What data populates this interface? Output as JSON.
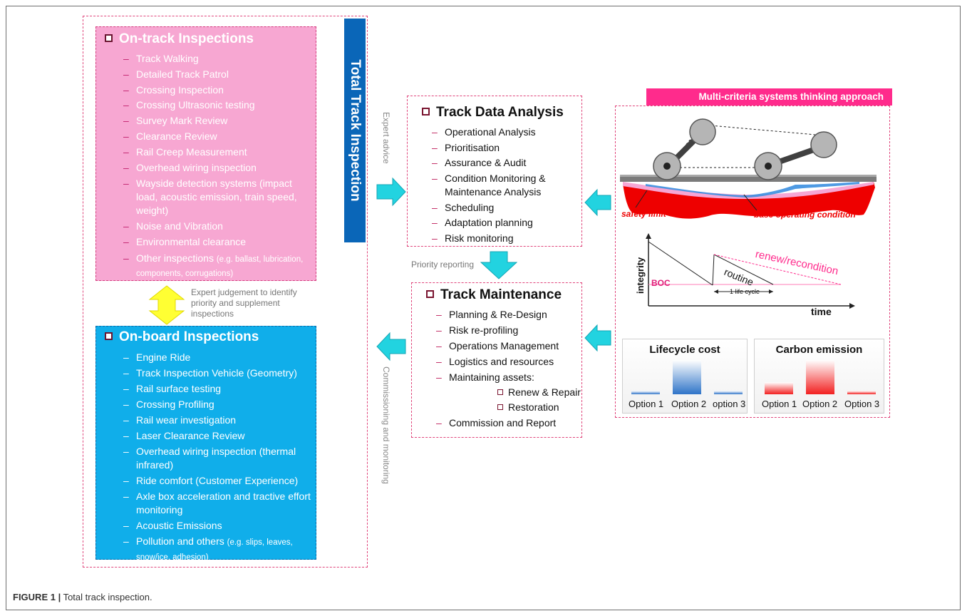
{
  "total_track_inspection": "Total Track Inspection",
  "on_track": {
    "title": "On-track Inspections",
    "items": {
      "track_walking": "Track Walking",
      "detailed_patrol": "Detailed Track Patrol",
      "crossing_inspection": "Crossing Inspection",
      "crossing_ultrasonic": "Crossing Ultrasonic testing",
      "survey_mark": "Survey Mark Review",
      "clearance_review": "Clearance Review",
      "rail_creep": "Rail Creep Measurement",
      "overhead_wiring": "Overhead wiring inspection",
      "wayside": "Wayside detection systems (impact load, acoustic emission, train speed, weight)",
      "noise": "Noise and Vibration",
      "environmental": "Environmental clearance",
      "other_main": "Other inspections ",
      "other_note": "(e.g. ballast, lubrication,  components, corrugations)"
    }
  },
  "expert_judgement": "Expert judgement  to identify priority and supplement inspections",
  "on_board": {
    "title": "On-board Inspections",
    "items": {
      "engine_ride": "Engine Ride",
      "tiv": "Track Inspection Vehicle (Geometry)",
      "rail_surface": "Rail surface testing",
      "crossing_profiling": "Crossing Profiling",
      "rail_wear": "Rail wear investigation",
      "laser_clearance": "Laser Clearance Review",
      "overhead_thermal": "Overhead wiring inspection (thermal infrared)",
      "ride_comfort": "Ride comfort (Customer Experience)",
      "axle_box": "Axle box acceleration and tractive effort monitoring",
      "acoustic": "Acoustic Emissions",
      "pollution_main": "Pollution and others ",
      "pollution_note": "(e.g. slips, leaves, snow/ice, adhesion)"
    }
  },
  "expert_advice": "Expert advice",
  "commissioning": "Commissioning and monitoring",
  "priority_reporting": "Priority reporting",
  "analysis": {
    "title": "Track Data Analysis",
    "items": {
      "operational": "Operational Analysis",
      "prioritisation": "Prioritisation",
      "assurance": "Assurance & Audit",
      "condition": "Condition Monitoring & Maintenance Analysis",
      "scheduling": "Scheduling",
      "adaptation": "Adaptation planning",
      "risk": "Risk monitoring"
    }
  },
  "maintenance": {
    "title": "Track Maintenance",
    "items": {
      "planning": "Planning & Re-Design",
      "risk": "Risk re-profiling",
      "operations": "Operations Management",
      "logistics": "Logistics and resources",
      "maintaining": "Maintaining assets:",
      "renew": "Renew & Repair",
      "restoration": "Restoration",
      "commission": "Commission and Report"
    }
  },
  "multi_criteria": {
    "title": "Multi-criteria systems thinking approach",
    "safety_limit": "safety limit",
    "base_operating": "base operating condition",
    "integrity": "integrity",
    "boc": "BOC",
    "routine": "routine",
    "renew": "renew/recondition",
    "life_cycle": "1 life cycle",
    "time": "time"
  },
  "chart_data": [
    {
      "type": "bar",
      "title": "Lifecycle cost",
      "categories": [
        "Option 1",
        "Option 2",
        "option 3"
      ],
      "values": [
        1,
        10,
        1
      ],
      "color": "#2f74c8"
    },
    {
      "type": "bar",
      "title": "Carbon emission",
      "categories": [
        "Option 1",
        "Option 2",
        "Option 3"
      ],
      "values": [
        3.5,
        10,
        1
      ],
      "color": "#f22020"
    }
  ],
  "caption": {
    "label": "FIGURE 1 |",
    "text": " Total track inspection."
  },
  "colors": {
    "on_track_fill": "#f7a7d2",
    "on_board_fill": "#10aeea",
    "title_bar": "#0a66b8",
    "accent_pink": "#ff2b8c",
    "arrow_cyan": "#22d3e0",
    "arrow_yellow": "#ffff33"
  }
}
